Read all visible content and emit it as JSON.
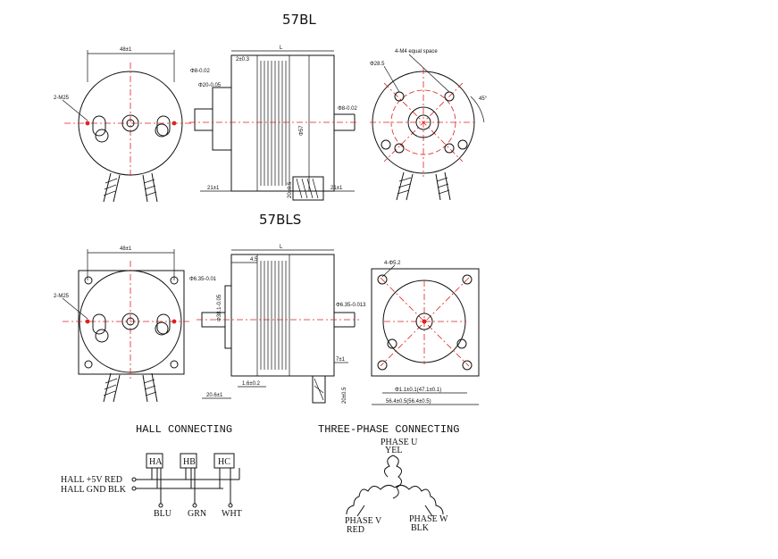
{
  "titles": {
    "model_a": "57BL",
    "model_b": "57BLS"
  },
  "dimensions": {
    "a_front_width": "48±1",
    "a_front_hole": "2-M25",
    "a_length": "L",
    "a_side_top": "2±0.3",
    "a_side_boss": "Φ8-0.02",
    "a_side_pilot": "Φ20-0.05",
    "a_side_dia": "Φ57",
    "a_shaft": "Φ8-0.02",
    "a_shaft_len": "21±1",
    "a_cable_len": "21±1",
    "a_cable_box": "20±0.5",
    "a_rear_holes": "4-M4 equal space",
    "a_rear_pcd": "Φ28.5",
    "a_rear_angle": "45°",
    "b_front_width": "48±1",
    "b_front_hole": "2-M25",
    "b_length": "L",
    "b_side_flange": "4.5",
    "b_side_boss": "Φ6.35-0.01",
    "b_side_pilot": "Φ38.1-0.05",
    "b_shaft": "Φ6.35-0.013",
    "b_shaft_len": "20.6±1",
    "b_flange_th": "1.6±0.2",
    "b_key": "7±1",
    "b_cable_box": "20±0.5",
    "b_rear_holes": "4-Φ5.2",
    "b_rear_inner": "Φ1.1±0.1(47.1±0.1)",
    "b_rear_outer": "56.4±0.5(56.4±0.5)"
  },
  "hall": {
    "title": "HALL CONNECTING",
    "sensors": [
      "HA",
      "HB",
      "HC"
    ],
    "supply_pos": "HALL +5V RED",
    "supply_gnd": "HALL GND BLK",
    "wires": [
      "BLU",
      "GRN",
      "WHT"
    ]
  },
  "phase": {
    "title": "THREE-PHASE CONNECTING",
    "u_label": "PHASE U",
    "u_color": "YEL",
    "v_label": "PHASE V",
    "v_color": "RED",
    "w_label": "PHASE W",
    "w_color": "BLK"
  },
  "colors": {
    "centerline": "#e02020",
    "outline": "#111111"
  }
}
